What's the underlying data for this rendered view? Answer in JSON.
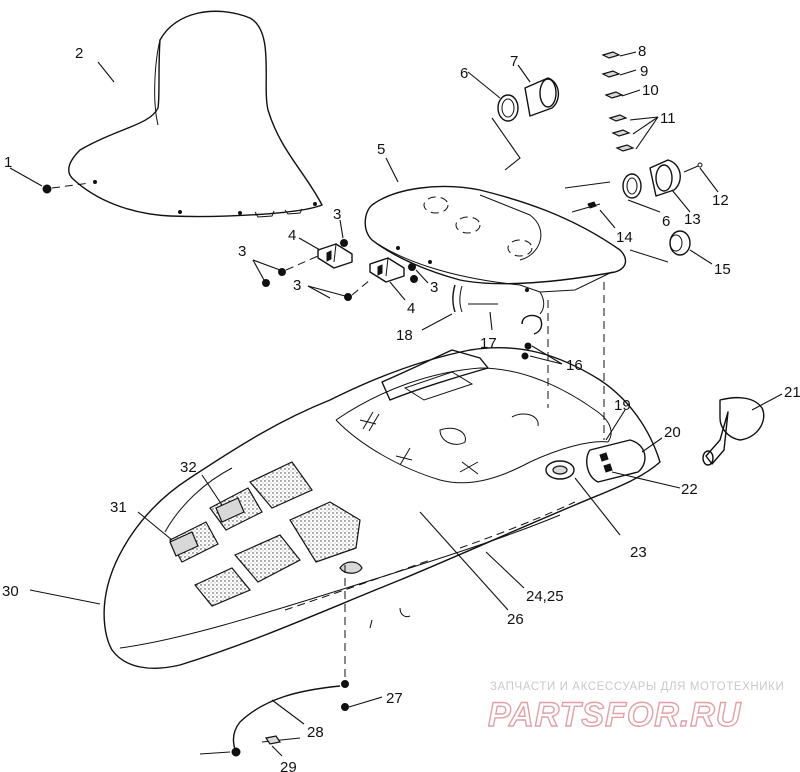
{
  "callouts": [
    {
      "id": "c1",
      "text": "1"
    },
    {
      "id": "c2",
      "text": "2"
    },
    {
      "id": "c3a",
      "text": "3"
    },
    {
      "id": "c3b",
      "text": "3"
    },
    {
      "id": "c3c",
      "text": "3"
    },
    {
      "id": "c3d",
      "text": "3"
    },
    {
      "id": "c4a",
      "text": "4"
    },
    {
      "id": "c4b",
      "text": "4"
    },
    {
      "id": "c5",
      "text": "5"
    },
    {
      "id": "c6a",
      "text": "6"
    },
    {
      "id": "c6b",
      "text": "6"
    },
    {
      "id": "c7",
      "text": "7"
    },
    {
      "id": "c8",
      "text": "8"
    },
    {
      "id": "c9",
      "text": "9"
    },
    {
      "id": "c10",
      "text": "10"
    },
    {
      "id": "c11",
      "text": "11"
    },
    {
      "id": "c12",
      "text": "12"
    },
    {
      "id": "c13",
      "text": "13"
    },
    {
      "id": "c14",
      "text": "14"
    },
    {
      "id": "c15",
      "text": "15"
    },
    {
      "id": "c16",
      "text": "16"
    },
    {
      "id": "c17",
      "text": "17"
    },
    {
      "id": "c18",
      "text": "18"
    },
    {
      "id": "c19",
      "text": "19"
    },
    {
      "id": "c20",
      "text": "20"
    },
    {
      "id": "c21",
      "text": "21"
    },
    {
      "id": "c22",
      "text": "22"
    },
    {
      "id": "c23",
      "text": "23"
    },
    {
      "id": "c2425",
      "text": "24,25"
    },
    {
      "id": "c26",
      "text": "26"
    },
    {
      "id": "c27",
      "text": "27"
    },
    {
      "id": "c28",
      "text": "28"
    },
    {
      "id": "c29",
      "text": "29"
    },
    {
      "id": "c30",
      "text": "30"
    },
    {
      "id": "c31",
      "text": "31"
    },
    {
      "id": "c32",
      "text": "32"
    }
  ],
  "watermark": {
    "tagline": "ЗАПЧАСТИ И АКСЕССУАРЫ ДЛЯ МОТОТЕХНИКИ",
    "logo": "PARTSFOR.RU",
    "color": "#e2a0a8"
  }
}
